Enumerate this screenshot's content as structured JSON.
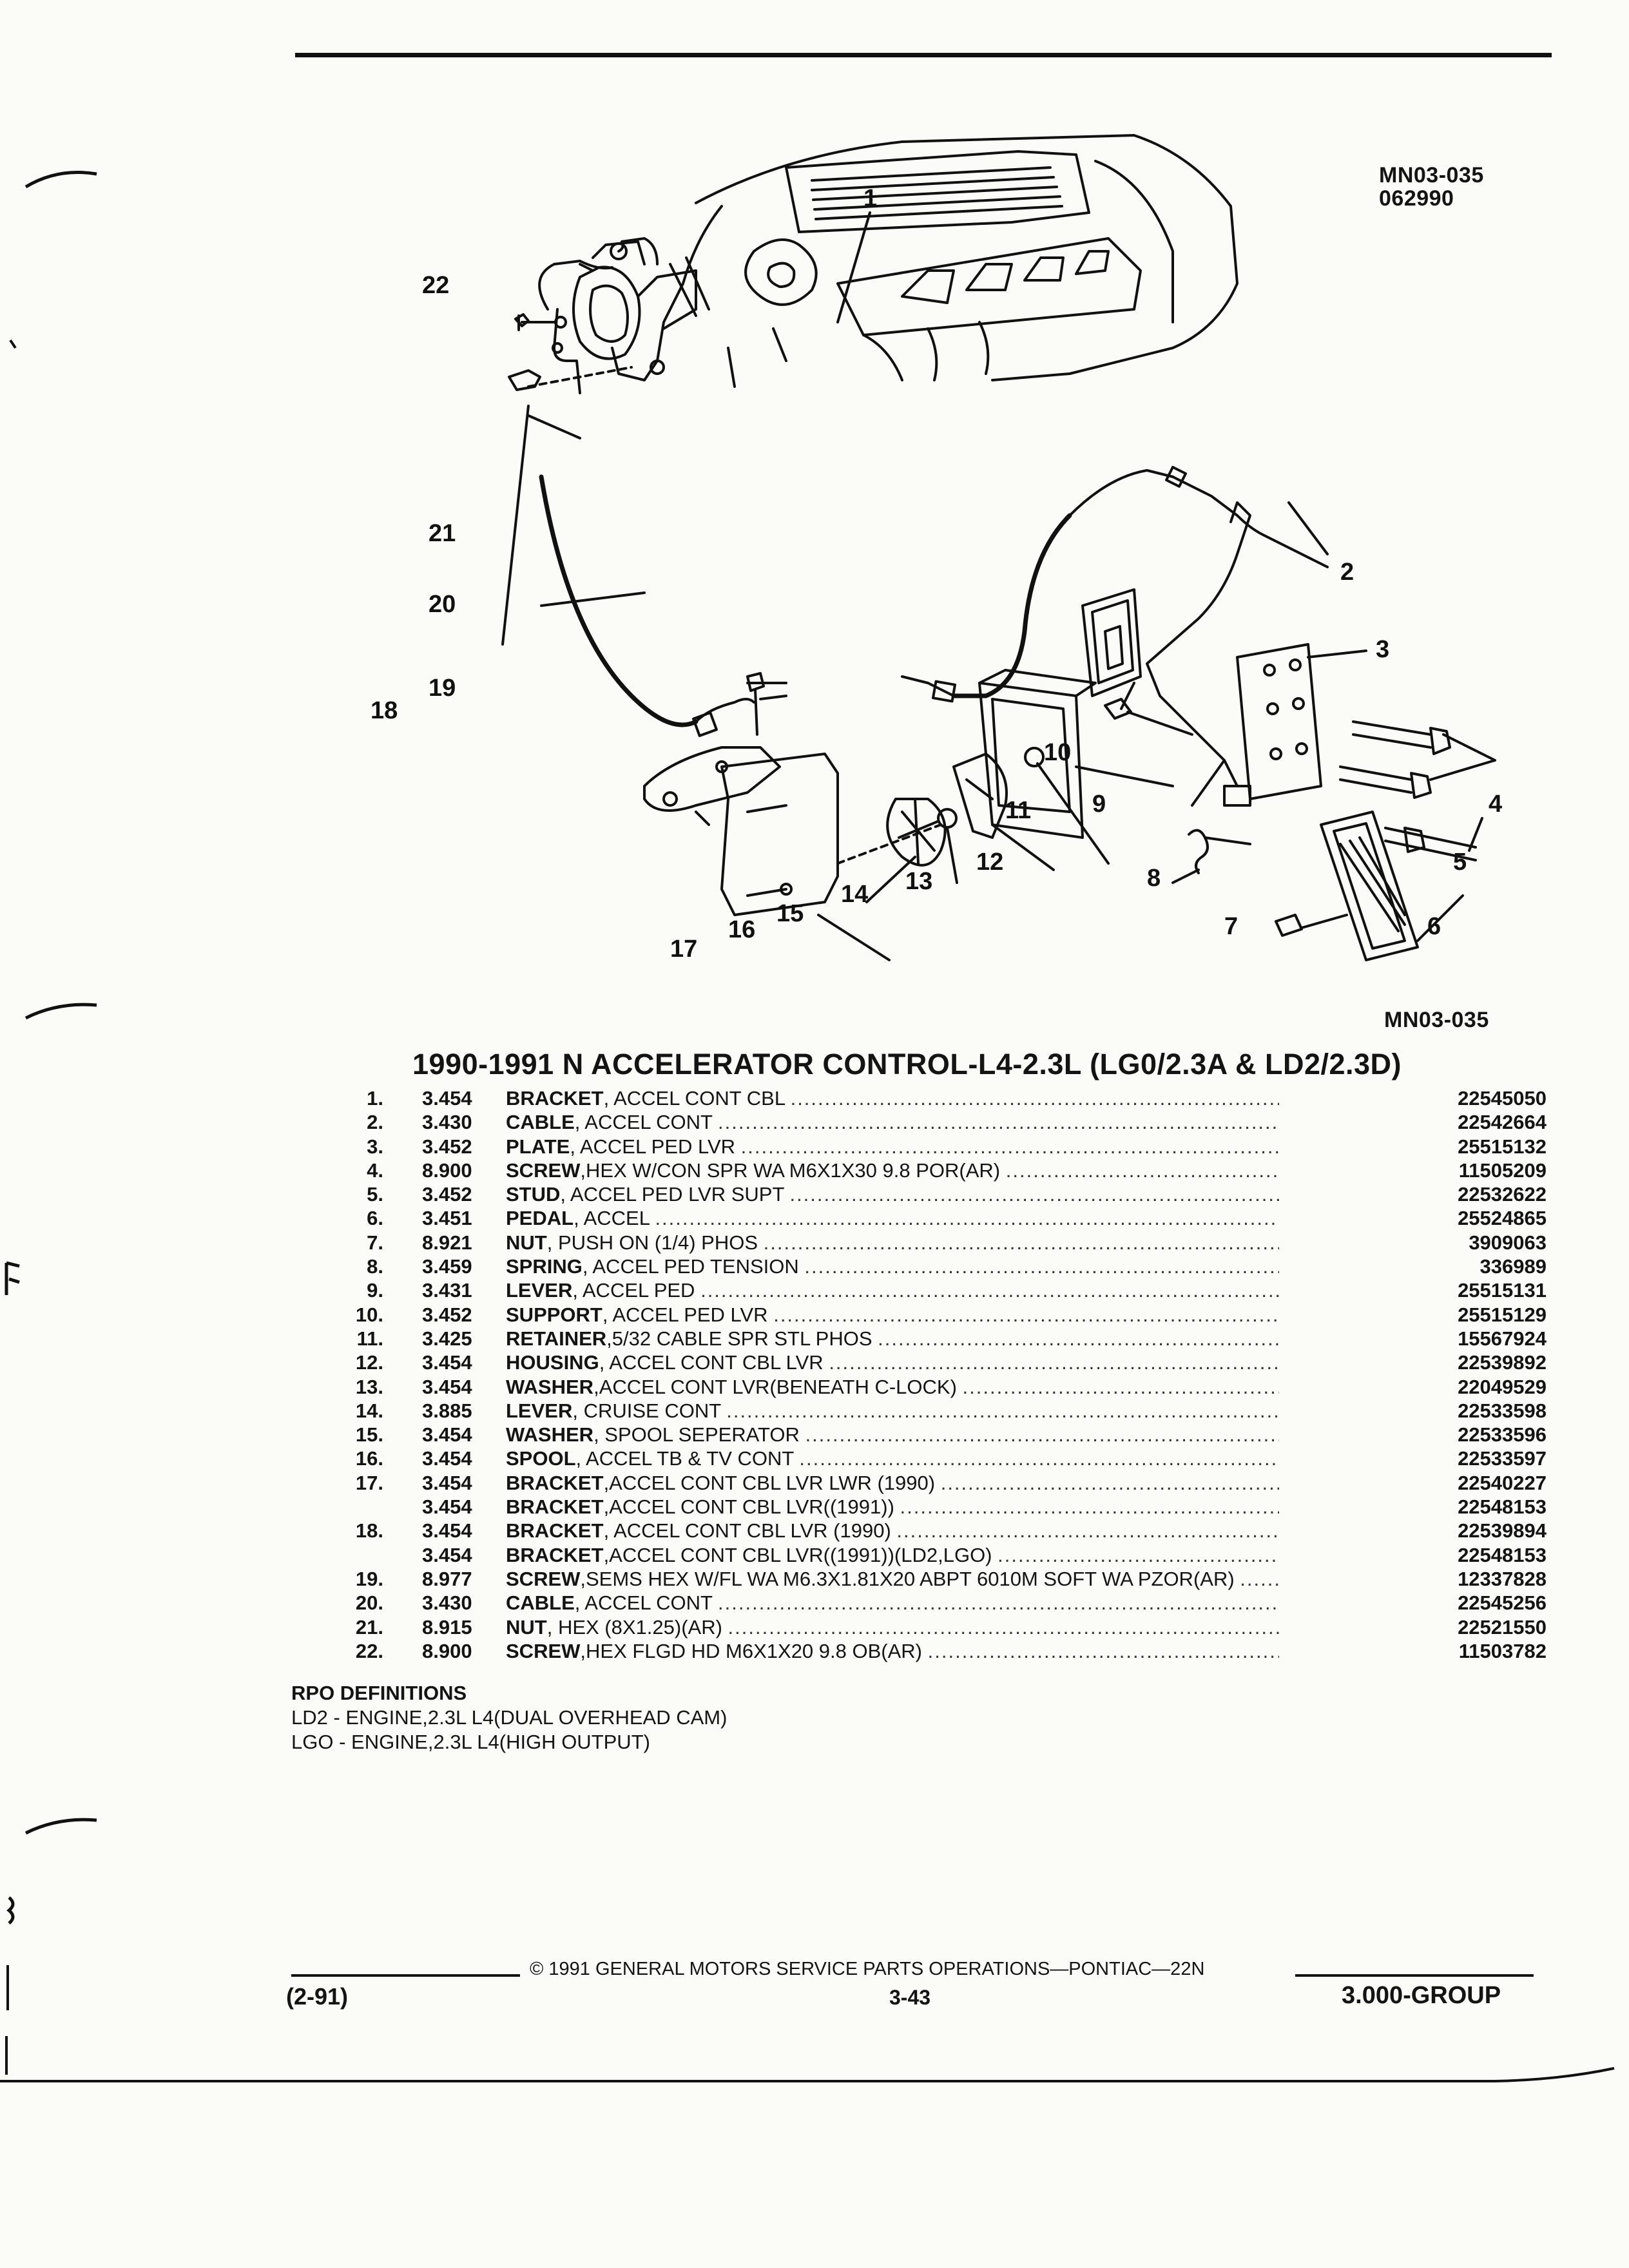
{
  "header": {
    "code": "MN03-035",
    "date": "062990"
  },
  "diagram": {
    "callouts": [
      "1",
      "2",
      "3",
      "4",
      "5",
      "6",
      "7",
      "8",
      "9",
      "10",
      "11",
      "12",
      "13",
      "14",
      "15",
      "16",
      "17",
      "18",
      "19",
      "20",
      "21",
      "22"
    ]
  },
  "figure_ref": "MN03-035",
  "title": "1990-1991 N ACCELERATOR CONTROL-L4-2.3L (LG0/2.3A & LD2/2.3D)",
  "parts": [
    {
      "num": "1.",
      "group": "3.454",
      "name": "BRACKET",
      "desc": ", ACCEL CONT CBL",
      "pn": "22545050"
    },
    {
      "num": "2.",
      "group": "3.430",
      "name": "CABLE",
      "desc": ", ACCEL CONT",
      "pn": "22542664"
    },
    {
      "num": "3.",
      "group": "3.452",
      "name": "PLATE",
      "desc": ", ACCEL PED LVR",
      "pn": "25515132"
    },
    {
      "num": "4.",
      "group": "8.900",
      "name": "SCREW",
      "desc": ",HEX W/CON SPR WA M6X1X30 9.8 POR(AR)",
      "pn": "11505209"
    },
    {
      "num": "5.",
      "group": "3.452",
      "name": "STUD",
      "desc": ", ACCEL PED LVR SUPT",
      "pn": "22532622"
    },
    {
      "num": "6.",
      "group": "3.451",
      "name": "PEDAL",
      "desc": ", ACCEL",
      "pn": "25524865"
    },
    {
      "num": "7.",
      "group": "8.921",
      "name": "NUT",
      "desc": ", PUSH ON (1/4) PHOS",
      "pn": "3909063"
    },
    {
      "num": "8.",
      "group": "3.459",
      "name": "SPRING",
      "desc": ", ACCEL PED TENSION",
      "pn": "336989"
    },
    {
      "num": "9.",
      "group": "3.431",
      "name": "LEVER",
      "desc": ", ACCEL PED",
      "pn": "25515131"
    },
    {
      "num": "10.",
      "group": "3.452",
      "name": "SUPPORT",
      "desc": ", ACCEL PED LVR",
      "pn": "25515129"
    },
    {
      "num": "11.",
      "group": "3.425",
      "name": "RETAINER",
      "desc": ",5/32 CABLE SPR STL PHOS",
      "pn": "15567924"
    },
    {
      "num": "12.",
      "group": "3.454",
      "name": "HOUSING",
      "desc": ", ACCEL CONT CBL LVR",
      "pn": "22539892"
    },
    {
      "num": "13.",
      "group": "3.454",
      "name": "WASHER",
      "desc": ",ACCEL CONT LVR(BENEATH C-LOCK)",
      "pn": "22049529"
    },
    {
      "num": "14.",
      "group": "3.885",
      "name": "LEVER",
      "desc": ", CRUISE CONT",
      "pn": "22533598"
    },
    {
      "num": "15.",
      "group": "3.454",
      "name": "WASHER",
      "desc": ", SPOOL SEPERATOR",
      "pn": "22533596"
    },
    {
      "num": "16.",
      "group": "3.454",
      "name": "SPOOL",
      "desc": ", ACCEL TB & TV CONT",
      "pn": "22533597"
    },
    {
      "num": "17.",
      "group": "3.454",
      "name": "BRACKET",
      "desc": ",ACCEL CONT CBL LVR LWR (1990)",
      "pn": "22540227"
    },
    {
      "num": "",
      "group": "3.454",
      "name": "BRACKET",
      "desc": ",ACCEL CONT CBL LVR((1991))",
      "pn": "22548153"
    },
    {
      "num": "18.",
      "group": "3.454",
      "name": "BRACKET",
      "desc": ", ACCEL CONT CBL LVR (1990)",
      "pn": "22539894"
    },
    {
      "num": "",
      "group": "3.454",
      "name": "BRACKET",
      "desc": ",ACCEL CONT CBL LVR((1991))(LD2,LGO)",
      "pn": "22548153"
    },
    {
      "num": "19.",
      "group": "8.977",
      "name": "SCREW",
      "desc": ",SEMS HEX W/FL WA M6.3X1.81X20 ABPT 6010M SOFT WA PZOR(AR)",
      "pn": "12337828"
    },
    {
      "num": "20.",
      "group": "3.430",
      "name": "CABLE",
      "desc": ", ACCEL CONT",
      "pn": "22545256"
    },
    {
      "num": "21.",
      "group": "8.915",
      "name": "NUT",
      "desc": ", HEX (8X1.25)(AR)",
      "pn": "22521550"
    },
    {
      "num": "22.",
      "group": "8.900",
      "name": "SCREW",
      "desc": ",HEX FLGD HD M6X1X20 9.8 OB(AR)",
      "pn": "11503782"
    }
  ],
  "rpo": {
    "heading": "RPO DEFINITIONS",
    "lines": [
      "LD2 - ENGINE,2.3L L4(DUAL OVERHEAD CAM)",
      "LGO - ENGINE,2.3L L4(HIGH OUTPUT)"
    ]
  },
  "footer": {
    "date": "(2-91)",
    "copyright": "© 1991 GENERAL MOTORS SERVICE PARTS OPERATIONS—PONTIAC—22N",
    "page": "3-43",
    "group": "3.000-GROUP"
  }
}
